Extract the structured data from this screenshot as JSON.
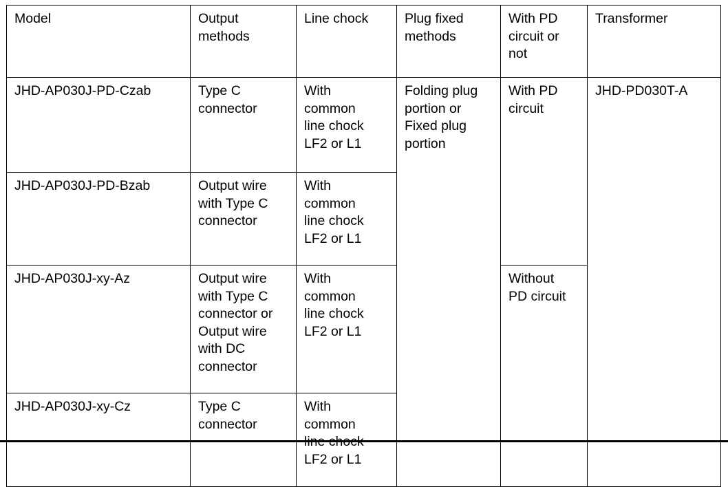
{
  "table": {
    "headers": [
      "Model",
      "Output\nmethods",
      "Line chock",
      "Plug fixed\nmethods",
      "With PD\ncircuit or\nnot",
      "Transformer"
    ],
    "rows": [
      {
        "model": "JHD-AP030J-PD-Czab",
        "output_methods": "Type C\nconnector",
        "line_chock": "With\ncommon\nline chock\nLF2 or L1",
        "plug_fixed_methods": "Folding plug\nportion or\nFixed plug\nportion",
        "pd_circuit": "With PD\ncircuit",
        "transformer": "JHD-PD030T-A"
      },
      {
        "model": "JHD-AP030J-PD-Bzab",
        "output_methods": "Output wire\nwith Type C\nconnector",
        "line_chock": "With\ncommon\nline chock\nLF2 or L1"
      },
      {
        "model": "JHD-AP030J-xy-Az",
        "output_methods": "Output wire\nwith Type C\nconnector or\nOutput wire\nwith DC\nconnector",
        "line_chock": "With\ncommon\nline chock\nLF2 or L1",
        "pd_circuit": "Without\nPD circuit"
      },
      {
        "model": "JHD-AP030J-xy-Cz",
        "output_methods": "Type C\nconnector",
        "line_chock": "With\ncommon\nline chock\nLF2 or L1"
      }
    ]
  },
  "colors": {
    "border": "#000000",
    "text": "#000000",
    "background": "#ffffff"
  }
}
